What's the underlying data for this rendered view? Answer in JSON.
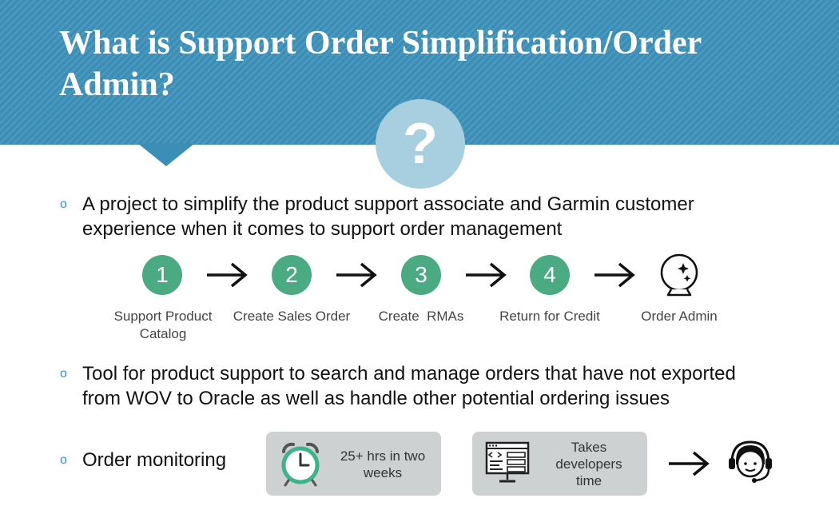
{
  "slide": {
    "title": "What is Support Order Simplification/Order Admin?",
    "title_icon": "question-mark-icon",
    "title_icon_glyph": "?",
    "colors": {
      "header": "#3b8fb7",
      "step_circle": "#4aab83",
      "icon_circle": "#a8cfdf",
      "box": "#cdd1d2"
    }
  },
  "bullets": [
    {
      "mark": "o",
      "text": "A project to simplify the product support associate and Garmin customer experience when it comes to support order management"
    },
    {
      "mark": "o",
      "text": "Tool for product support to search and manage orders that have not exported from WOV to Oracle as well as handle other potential ordering issues"
    },
    {
      "mark": "o",
      "text": "Order monitoring"
    }
  ],
  "process": {
    "steps": [
      {
        "number": "1",
        "label": "Support Product Catalog"
      },
      {
        "number": "2",
        "label": "Create Sales Order"
      },
      {
        "number": "3",
        "label": "Create  RMAs"
      },
      {
        "number": "4",
        "label": "Return for Credit"
      }
    ],
    "final": {
      "label": "Order Admin",
      "icon": "crystal-ball-icon"
    }
  },
  "monitoring": {
    "box1": {
      "icon": "alarm-clock-icon",
      "text": "25+ hrs in two weeks"
    },
    "box2": {
      "icon": "code-monitor-icon",
      "text": "Takes developers time"
    },
    "result_icon": "support-agent-headset-icon"
  }
}
